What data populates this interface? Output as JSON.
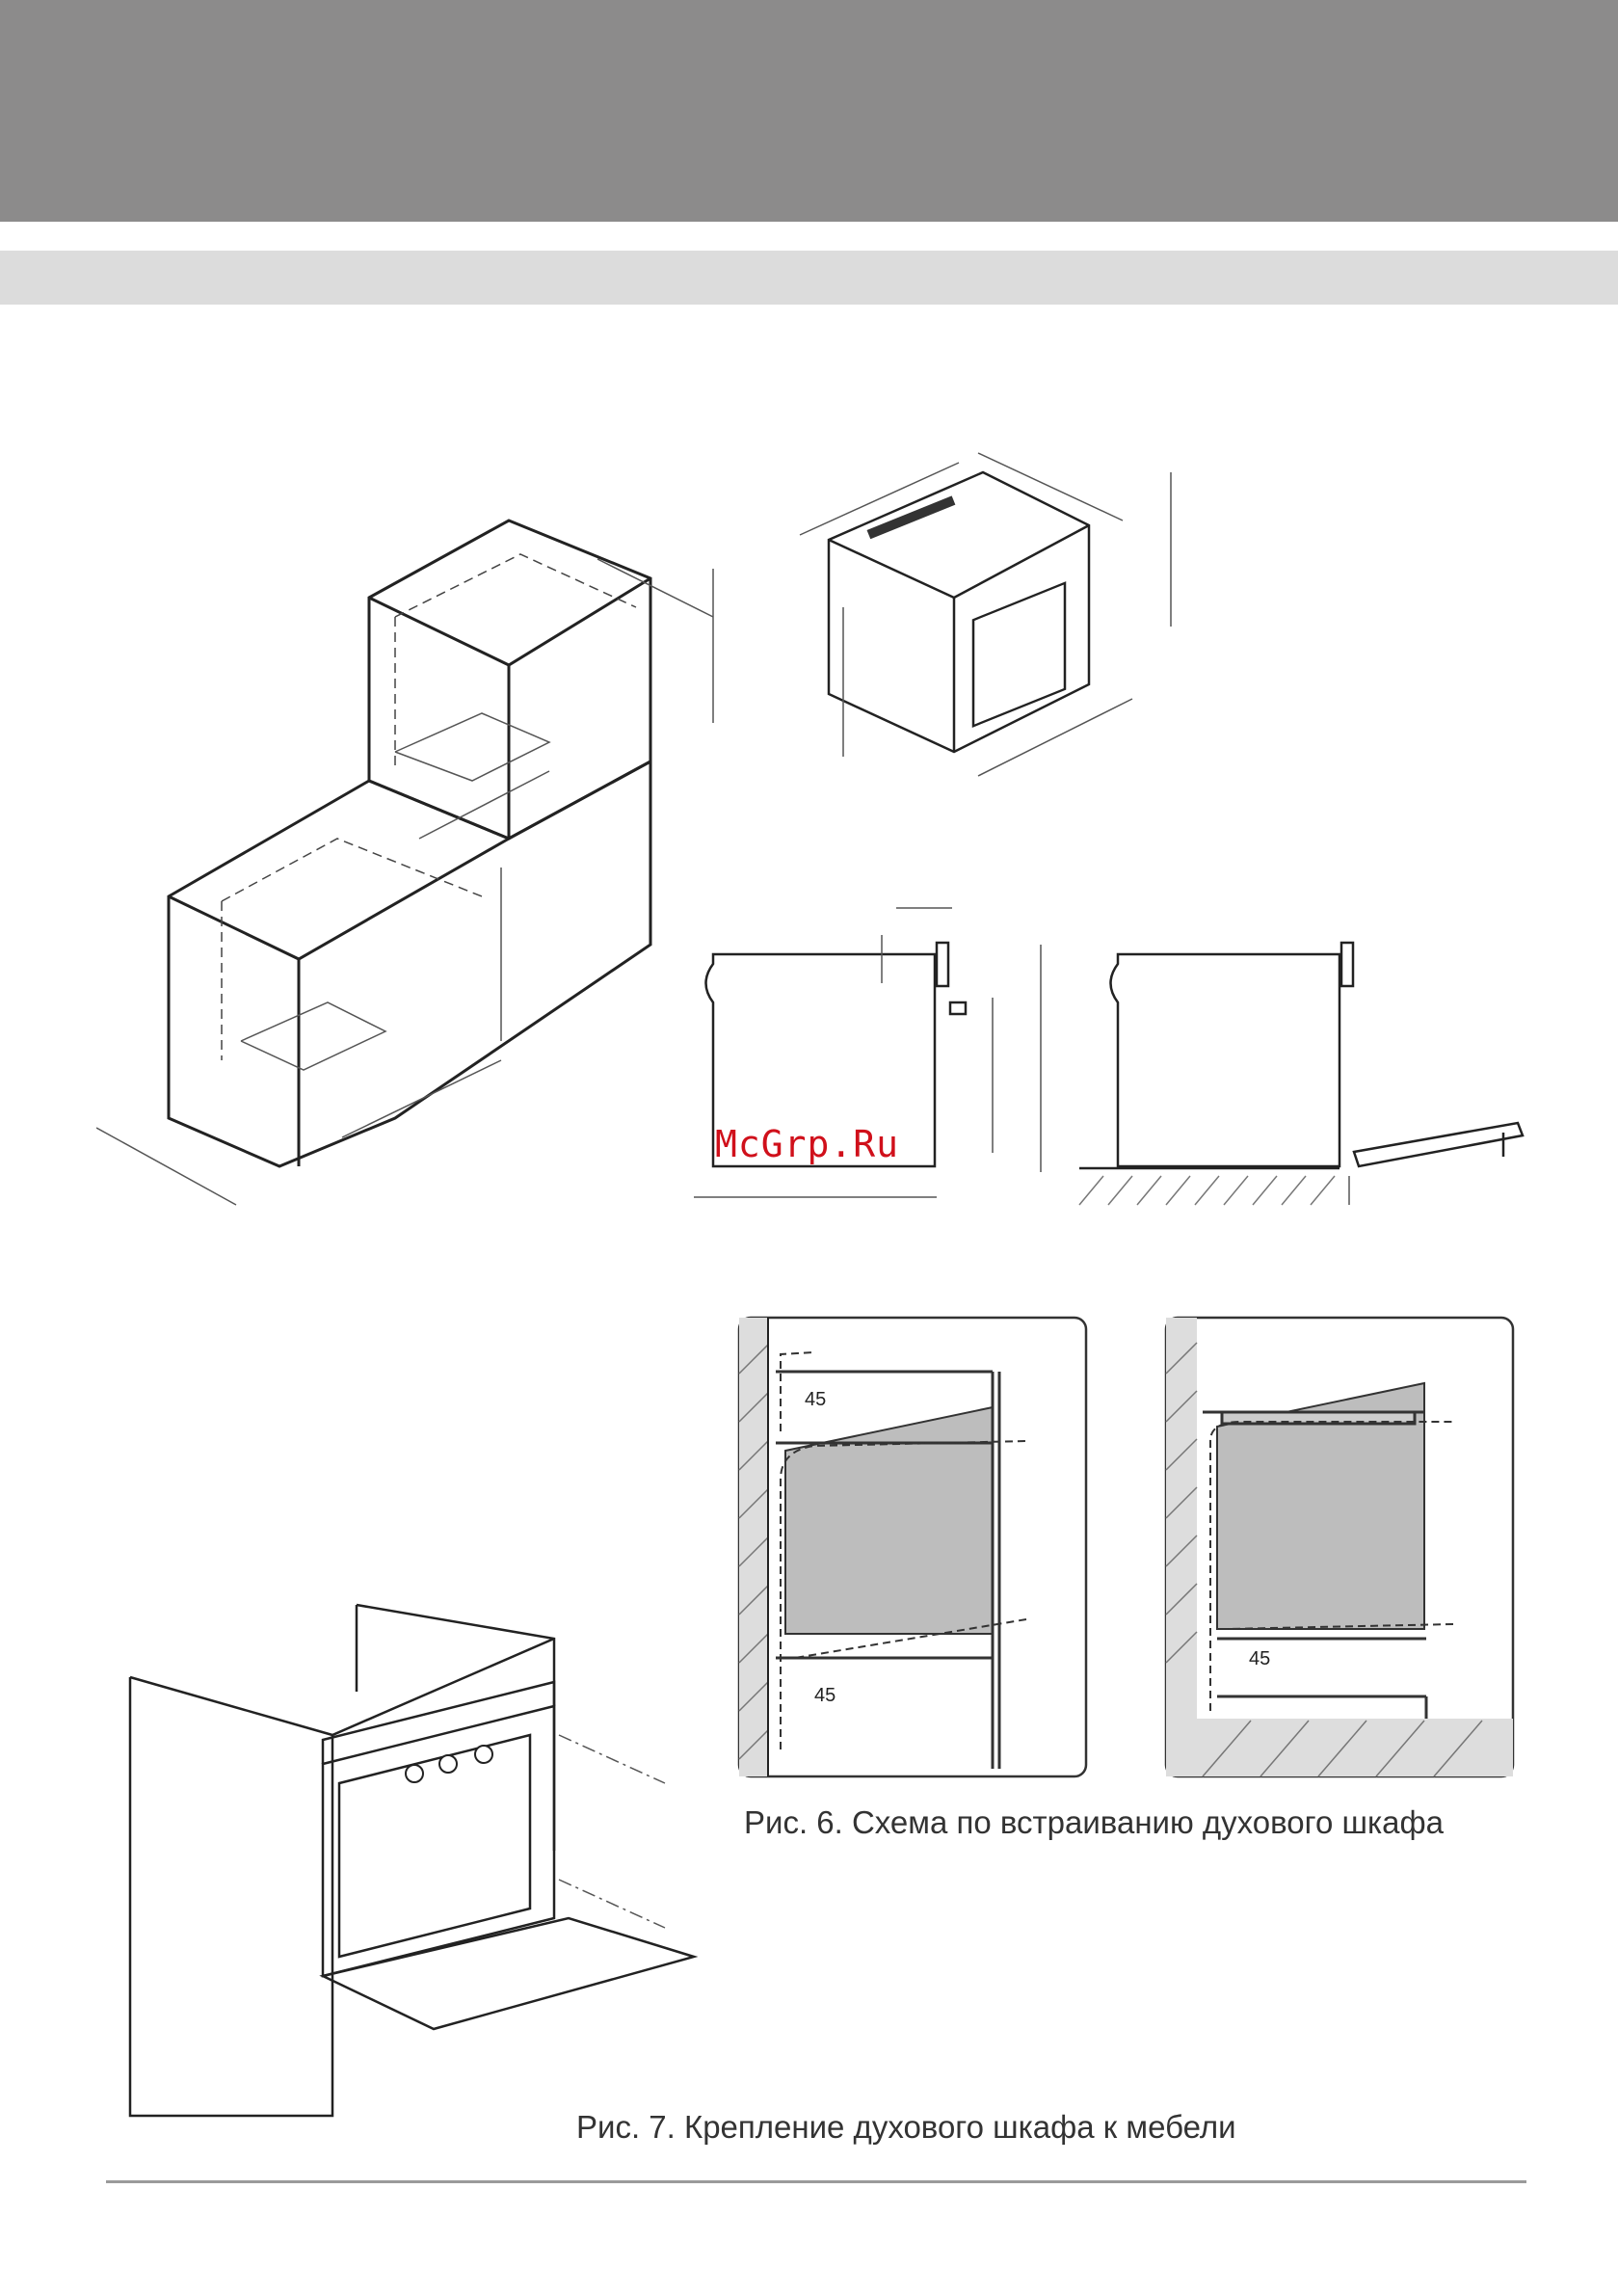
{
  "watermark": "McGrp.Ru",
  "figures": {
    "fig6": {
      "caption": "Рис. 6. Схема по встраиванию духового шкафа",
      "left_panel_labels": [
        "45",
        "45"
      ],
      "right_panel_labels": [
        "45"
      ]
    },
    "fig7": {
      "caption": "Рис. 7. Крепление духового шкафа к мебели"
    }
  }
}
